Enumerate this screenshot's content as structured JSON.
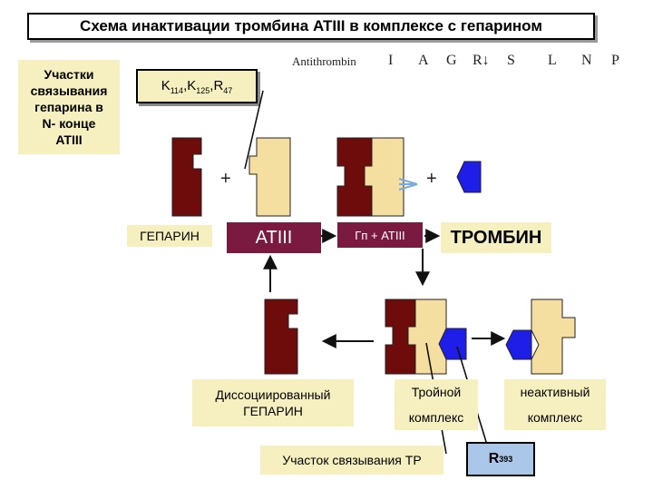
{
  "title": "Схема  инактивации тромбина ATIII в комплексе с гепарином",
  "sites_label": "Участки\nсвязывания\nгепарина в\nN- конце\nATIII",
  "residues": {
    "k1": "K",
    "s1": "114",
    "k2": "K",
    "s2": "125",
    "r": "R",
    "s3": "47"
  },
  "sequence": {
    "label": "Antithrombin",
    "letters": [
      "I",
      "A",
      "G",
      "R↓",
      "S",
      "L",
      "N",
      "P"
    ]
  },
  "plus": "+",
  "labels": {
    "heparin": "ГЕПАРИН",
    "atiii": "ATIII",
    "gp_atiii": "Гп + ATIII",
    "thrombin": "ТРОМБИН",
    "dissociated": "Диссоциированный\nГЕПАРИН",
    "ternary": "Тройной\nкомплекс",
    "inactive": "неактивный\nкомплекс",
    "tr_site": "Участок связывания ТР",
    "r393_main": "R",
    "r393_sub": "393"
  },
  "colors": {
    "heparin": "#6e0b0b",
    "atiii": "#f5dfa0",
    "thrombin": "#1e1ee8",
    "label_bg": "#f6f0c0",
    "atiii_label_bg": "#7a1a40"
  }
}
